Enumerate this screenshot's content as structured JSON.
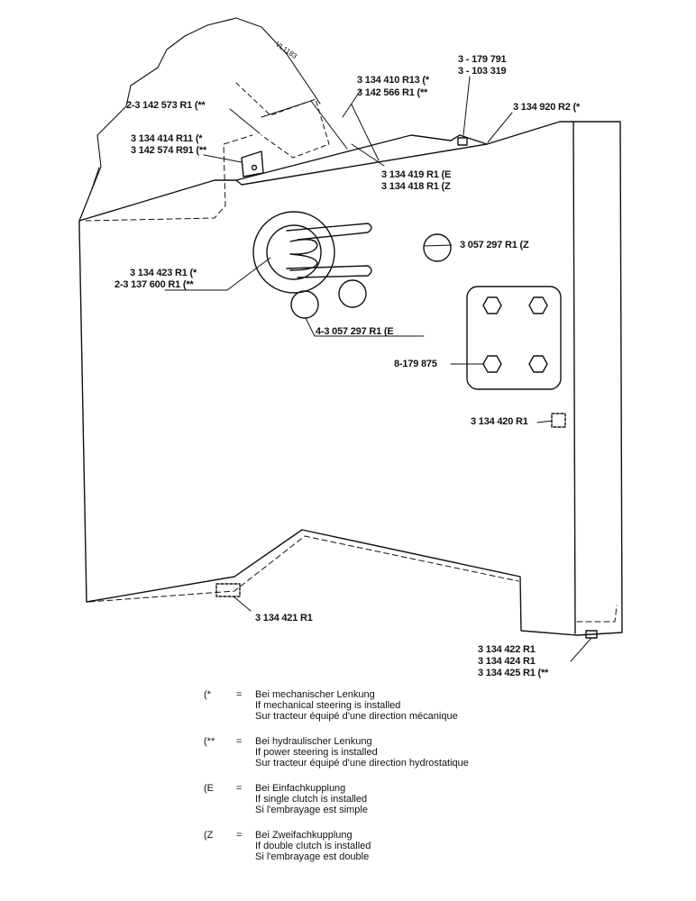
{
  "part_labels": {
    "p1": "3 - 179 791",
    "p2": "3 - 103 319",
    "p3": "3 134 410 R13 (*",
    "p4": "3 142 566 R1   (**",
    "p5": "2-3 142 573 R1 (**",
    "p6": "3 134 920 R2 (*",
    "p7": "3 134 414 R11 (*",
    "p8": "3 142 574 R91 (**",
    "p9": "3 134 419 R1  (E",
    "p10": "3 134 418 R1  (Z",
    "p11": "3 057 297 R1 (Z",
    "p12": "3 134 423 R1  (*",
    "p13": "2-3 137 600 R1 (**",
    "p14": "4-3 057 297 R1 (E",
    "p15": "8-179 875",
    "p16": "3 134 420 R1",
    "p17": "3 134 421 R1",
    "p18": "3 134 422 R1",
    "p19": "3 134 424 R1",
    "p20": "3 134 425 R1  (**"
  },
  "stamp_text": "VL1183",
  "legend": [
    {
      "key": "(*",
      "eq": "=",
      "de": "Bei mechanischer Lenkung",
      "en": "If mechanical steering is installed",
      "fr": "Sur tracteur équipé d'une direction mécanique"
    },
    {
      "key": "(**",
      "eq": "=",
      "de": "Bei hydraulischer Lenkung",
      "en": "If power steering is installed",
      "fr": "Sur tracteur équipé d'une direction hydrostatique"
    },
    {
      "key": "(E",
      "eq": "=",
      "de": "Bei Einfachkupplung",
      "en": "If single clutch is installed",
      "fr": "Si l'embrayage est simple"
    },
    {
      "key": "(Z",
      "eq": "=",
      "de": "Bei Zweifachkupplung",
      "en": "If double clutch is installed",
      "fr": "Si l'embrayage est double"
    }
  ]
}
